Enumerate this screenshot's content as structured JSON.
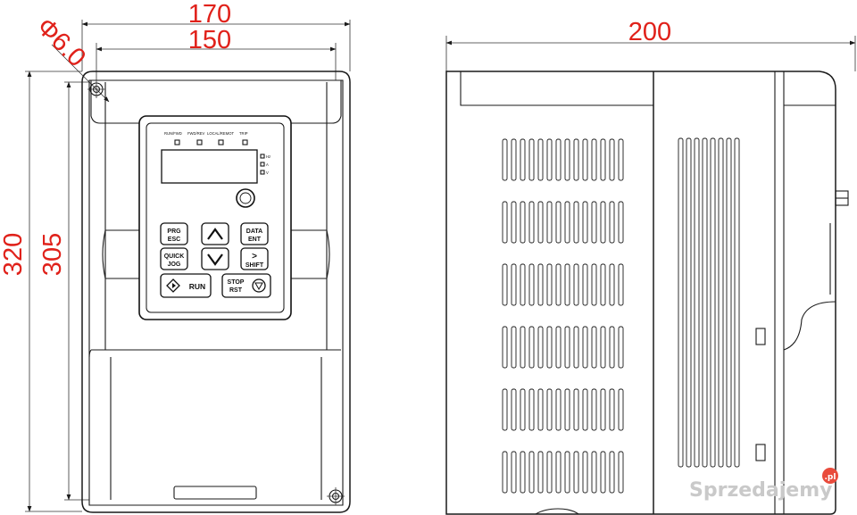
{
  "dimensions": {
    "width_outer": "170",
    "width_inner": "150",
    "depth": "200",
    "height_outer": "320",
    "height_inner": "305",
    "hole_diameter": "Φ6.0"
  },
  "keypad": {
    "indicators": [
      "RUN/FWD",
      "FWD/REV",
      "LOCAL/REMOT",
      "TRIP"
    ],
    "keys": {
      "prg_top": "PRG",
      "prg_bottom": "ESC",
      "data_top": "DATA",
      "data_bottom": "ENT",
      "quick_top": "QUICK",
      "quick_bottom": "JOG",
      "shift_top": ">",
      "shift_bottom": "SHIFT",
      "run": "RUN",
      "stop_top": "STOP",
      "stop_bottom": "RST"
    },
    "unit_labels": [
      "Hz",
      "A",
      "V"
    ]
  },
  "watermark": {
    "text": "Sprzedajemy",
    "badge": ".pl"
  },
  "colors": {
    "dimension": "#e0211a",
    "line": "#1a1a1a",
    "watermark": "#c9c9c9"
  }
}
